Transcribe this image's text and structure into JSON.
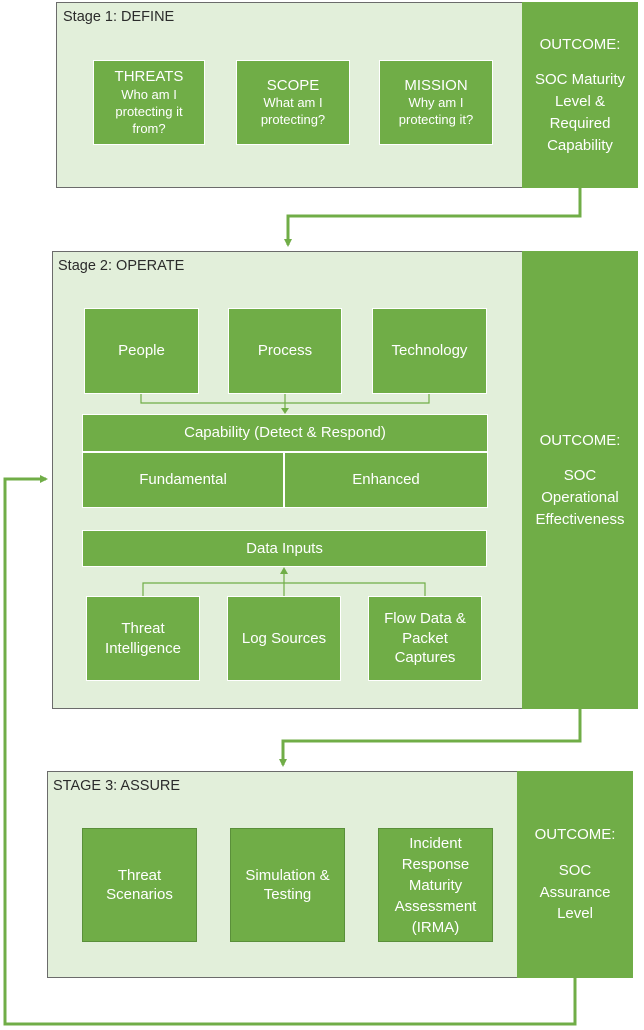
{
  "stage1": {
    "title": "Stage 1: DEFINE",
    "boxes": [
      {
        "heading": "THREATS",
        "text": "Who am I protecting it from?"
      },
      {
        "heading": "SCOPE",
        "text": "What am I protecting?"
      },
      {
        "heading": "MISSION",
        "text": "Why am I protecting it?"
      }
    ],
    "outcome": {
      "heading": "OUTCOME:",
      "text": "SOC Maturity Level & Required Capability"
    }
  },
  "stage2": {
    "title": "Stage 2: OPERATE",
    "pillars": [
      "People",
      "Process",
      "Technology"
    ],
    "capability": {
      "title": "Capability (Detect & Respond)",
      "fundamental": "Fundamental",
      "enhanced": "Enhanced"
    },
    "data_inputs": "Data Inputs",
    "sources": [
      "Threat Intelligence",
      "Log Sources",
      "Flow Data & Packet Captures"
    ],
    "outcome": {
      "heading": "OUTCOME:",
      "text": "SOC Operational Effectiveness"
    }
  },
  "stage3": {
    "title": "STAGE 3: ASSURE",
    "boxes": [
      "Threat Scenarios",
      "Simulation & Testing",
      "Incident Response Maturity Assessment (IRMA)"
    ],
    "outcome": {
      "heading": "OUTCOME:",
      "text": "SOC Assurance Level"
    }
  },
  "colors": {
    "panel": "#e2efda",
    "green": "#70ad47",
    "arrow": "#70ad47"
  }
}
